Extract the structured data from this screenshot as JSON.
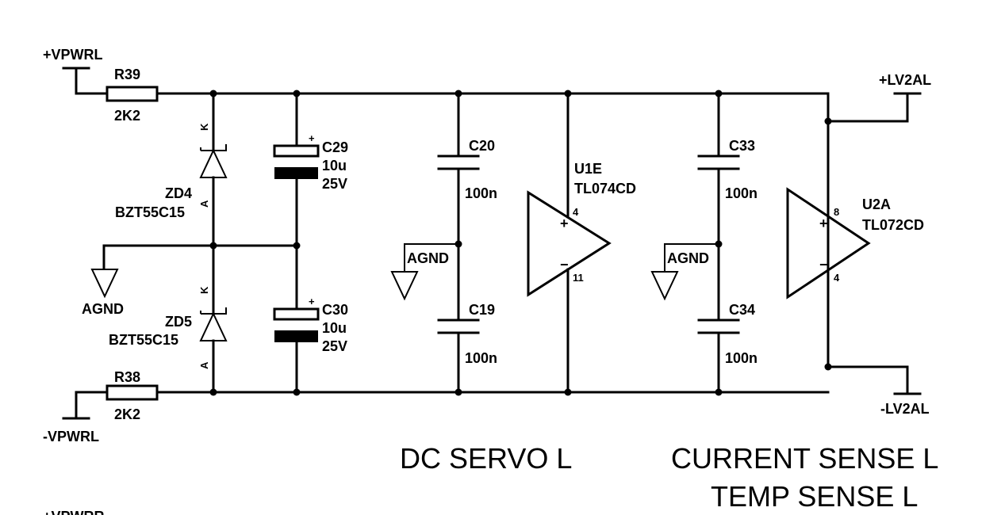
{
  "nets": {
    "vpwrl_pos": "+VPWRL",
    "vpwrl_neg": "-VPWRL",
    "lv2al_pos": "+LV2AL",
    "lv2al_neg": "-LV2AL",
    "agnd": "AGND",
    "vpwrr_partial": "+VPWRR"
  },
  "components": {
    "r39": {
      "ref": "R39",
      "value": "2K2"
    },
    "r38": {
      "ref": "R38",
      "value": "2K2"
    },
    "zd4": {
      "ref": "ZD4",
      "value": "BZT55C15",
      "pin_k": "K",
      "pin_a": "A"
    },
    "zd5": {
      "ref": "ZD5",
      "value": "BZT55C15",
      "pin_k": "K",
      "pin_a": "A"
    },
    "c29": {
      "ref": "C29",
      "value": "10u",
      "voltage": "25V",
      "polarity": "+"
    },
    "c30": {
      "ref": "C30",
      "value": "10u",
      "voltage": "25V",
      "polarity": "+"
    },
    "c20": {
      "ref": "C20",
      "value": "100n"
    },
    "c19": {
      "ref": "C19",
      "value": "100n"
    },
    "c33": {
      "ref": "C33",
      "value": "100n"
    },
    "c34": {
      "ref": "C34",
      "value": "100n"
    },
    "u1e": {
      "ref": "U1E",
      "part": "TL074CD",
      "pin_pos": "4",
      "pin_neg": "11",
      "plus": "+",
      "minus": "−"
    },
    "u2a": {
      "ref": "U2A",
      "part": "TL072CD",
      "pin_pos": "8",
      "pin_neg": "4",
      "plus": "+",
      "minus": "−"
    }
  },
  "section_titles": {
    "dc_servo": "DC SERVO L",
    "current_sense": "CURRENT SENSE L",
    "temp_sense": "TEMP SENSE L"
  }
}
